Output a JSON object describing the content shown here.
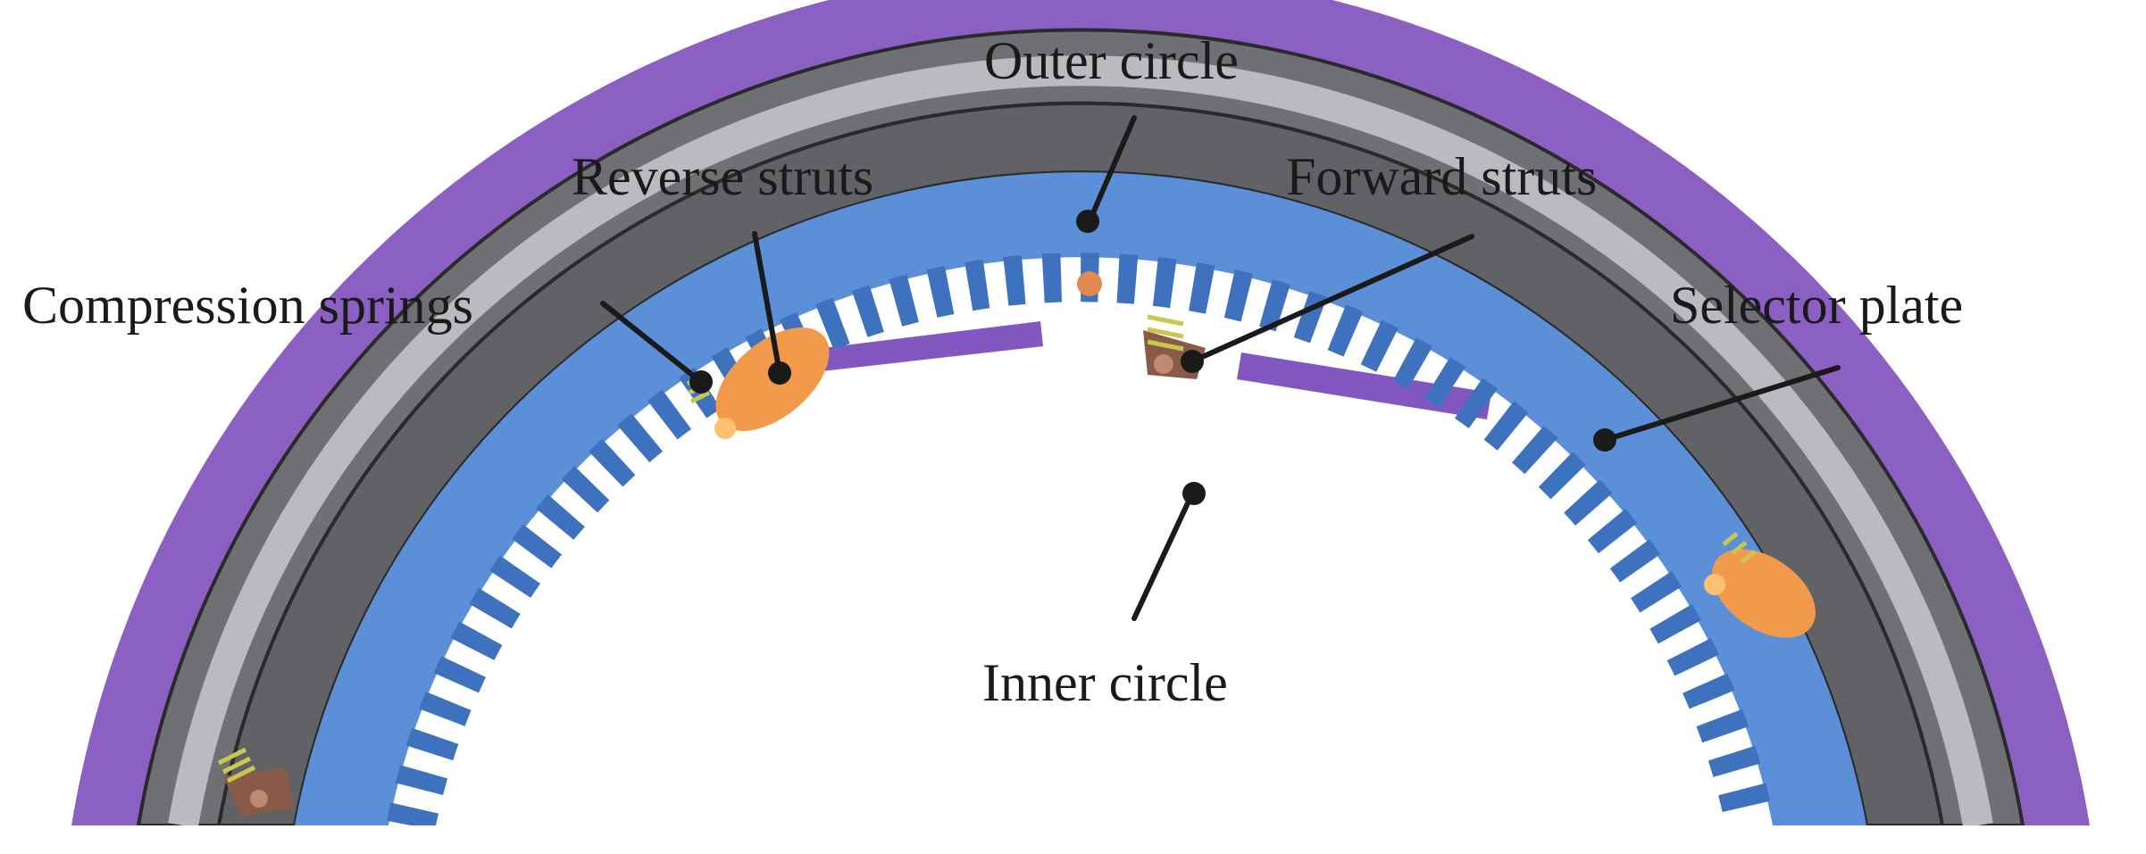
{
  "labels": {
    "outer_circle": "Outer circle",
    "reverse_struts": "Reverse struts",
    "forward_struts": "Forward struts",
    "compression_springs": "Compression springs",
    "selector_plate": "Selector plate",
    "inner_circle": "Inner circle"
  },
  "colors": {
    "outer_ring": "#8c5fc2",
    "selector_plate": "#6e7073",
    "selector_gap": "#b9bbbe",
    "inner_ring": "#5b8fd8",
    "inner_ring_dark": "#3f72be",
    "strut": "#f29a4c",
    "strut_dark": "#8a5a48",
    "spring": "#c8c850",
    "leader": "#1a1a1a"
  }
}
